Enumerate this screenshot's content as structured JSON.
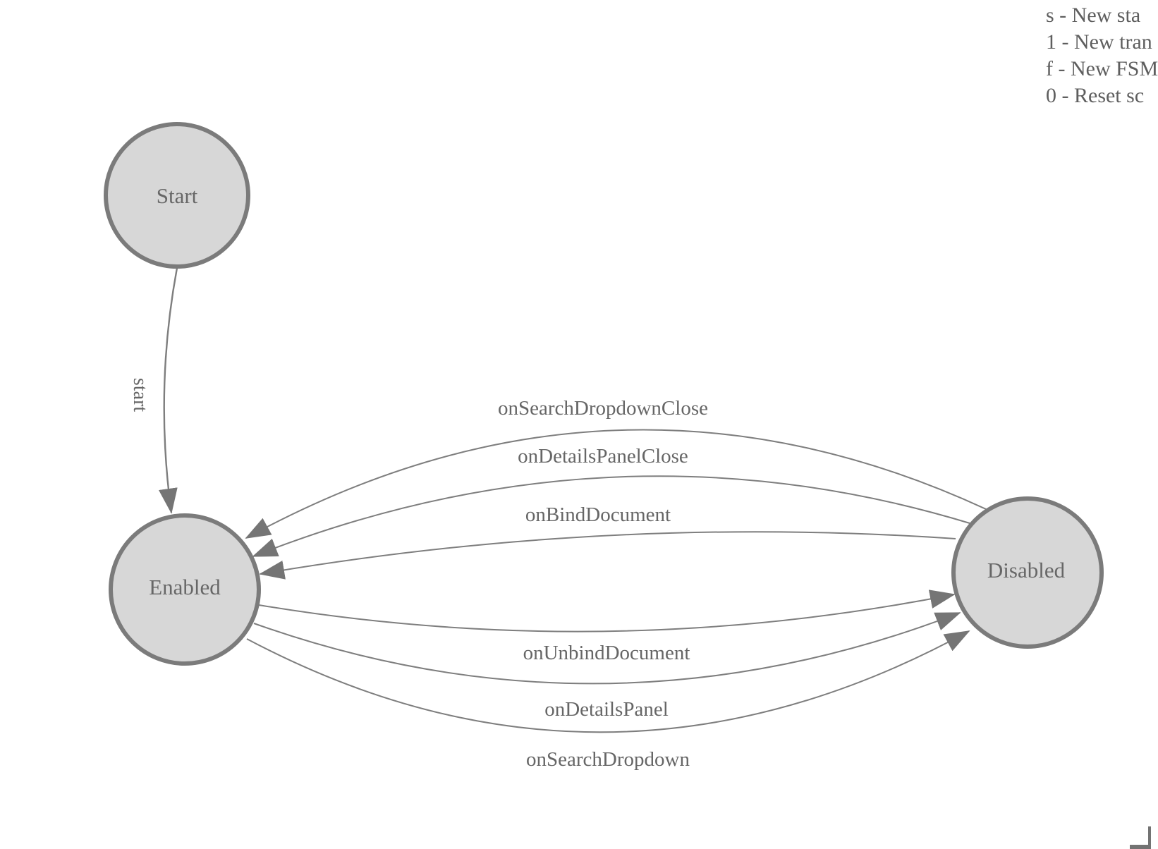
{
  "colors": {
    "node_fill": "#d7d7d7",
    "node_stroke": "#7b7b7b",
    "edge": "#7e7e7e",
    "arrow": "#757575",
    "node_text": "#676767",
    "label_text": "#666666",
    "legend_text": "#5e5e5e"
  },
  "diagram": {
    "states": [
      {
        "label": "Start"
      },
      {
        "label": "Enabled"
      },
      {
        "label": "Disabled"
      }
    ],
    "transitions": [
      {
        "label": "start",
        "from": "Start",
        "to": "Enabled"
      },
      {
        "label": "onSearchDropdownClose",
        "from": "Disabled",
        "to": "Enabled"
      },
      {
        "label": "onDetailsPanelClose",
        "from": "Disabled",
        "to": "Enabled"
      },
      {
        "label": "onBindDocument",
        "from": "Disabled",
        "to": "Enabled"
      },
      {
        "label": "onUnbindDocument",
        "from": "Enabled",
        "to": "Disabled"
      },
      {
        "label": "onDetailsPanel",
        "from": "Enabled",
        "to": "Disabled"
      },
      {
        "label": "onSearchDropdown",
        "from": "Enabled",
        "to": "Disabled"
      }
    ]
  },
  "legend": {
    "items": [
      {
        "text": "s - New sta"
      },
      {
        "text": "1 - New tran"
      },
      {
        "text": "f - New FSM"
      },
      {
        "text": "0 - Reset sc"
      }
    ]
  }
}
